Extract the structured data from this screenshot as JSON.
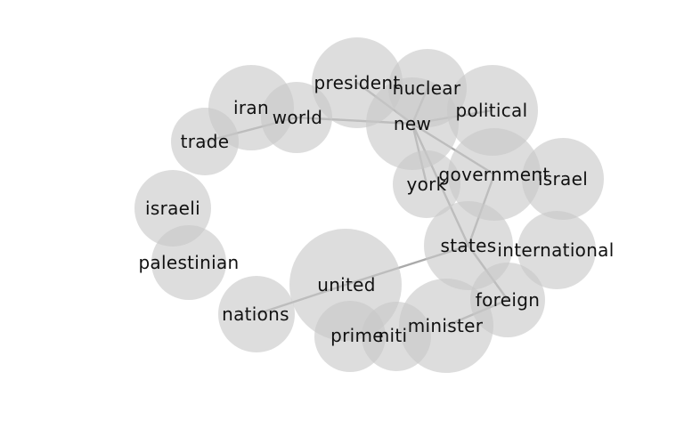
{
  "graph": {
    "bubble_color": "#c8c8c8",
    "edge_color": "#aaaaaa",
    "nodes": [
      {
        "id": "president",
        "label": "president"
      },
      {
        "id": "nuclear",
        "label": "nuclear"
      },
      {
        "id": "political",
        "label": "political"
      },
      {
        "id": "iran",
        "label": "iran"
      },
      {
        "id": "world",
        "label": "world"
      },
      {
        "id": "new",
        "label": "new"
      },
      {
        "id": "trade",
        "label": "trade"
      },
      {
        "id": "government",
        "label": "government"
      },
      {
        "id": "israel",
        "label": "israel"
      },
      {
        "id": "york",
        "label": "york"
      },
      {
        "id": "israeli",
        "label": "israeli"
      },
      {
        "id": "states",
        "label": "states"
      },
      {
        "id": "international",
        "label": "international"
      },
      {
        "id": "palestinian",
        "label": "palestinian"
      },
      {
        "id": "united",
        "label": "united"
      },
      {
        "id": "foreign",
        "label": "foreign"
      },
      {
        "id": "nations",
        "label": "nations"
      },
      {
        "id": "minister",
        "label": "minister"
      },
      {
        "id": "prime",
        "label": "prime"
      },
      {
        "id": "minister2",
        "label": "niti"
      }
    ],
    "edges": [
      {
        "source": "president",
        "target": "new"
      },
      {
        "source": "nuclear",
        "target": "new"
      },
      {
        "source": "political",
        "target": "new"
      },
      {
        "source": "world",
        "target": "new"
      },
      {
        "source": "trade",
        "target": "world"
      },
      {
        "source": "new",
        "target": "government"
      },
      {
        "source": "new",
        "target": "york"
      },
      {
        "source": "new",
        "target": "states"
      },
      {
        "source": "government",
        "target": "states"
      },
      {
        "source": "states",
        "target": "united"
      },
      {
        "source": "states",
        "target": "foreign"
      },
      {
        "source": "united",
        "target": "nations"
      },
      {
        "source": "foreign",
        "target": "minister"
      }
    ]
  }
}
